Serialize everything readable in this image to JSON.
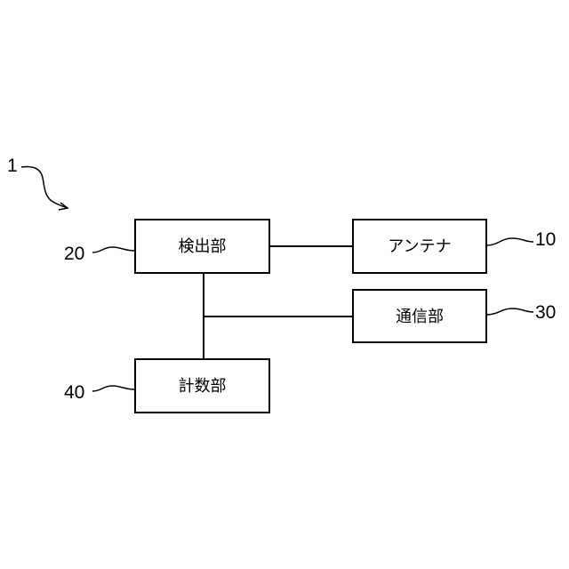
{
  "figure": {
    "ref_label": "1"
  },
  "blocks": {
    "detector": {
      "label": "検出部",
      "ref": "20"
    },
    "antenna": {
      "label": "アンテナ",
      "ref": "10"
    },
    "communication": {
      "label": "通信部",
      "ref": "30"
    },
    "counter": {
      "label": "計数部",
      "ref": "40"
    }
  }
}
